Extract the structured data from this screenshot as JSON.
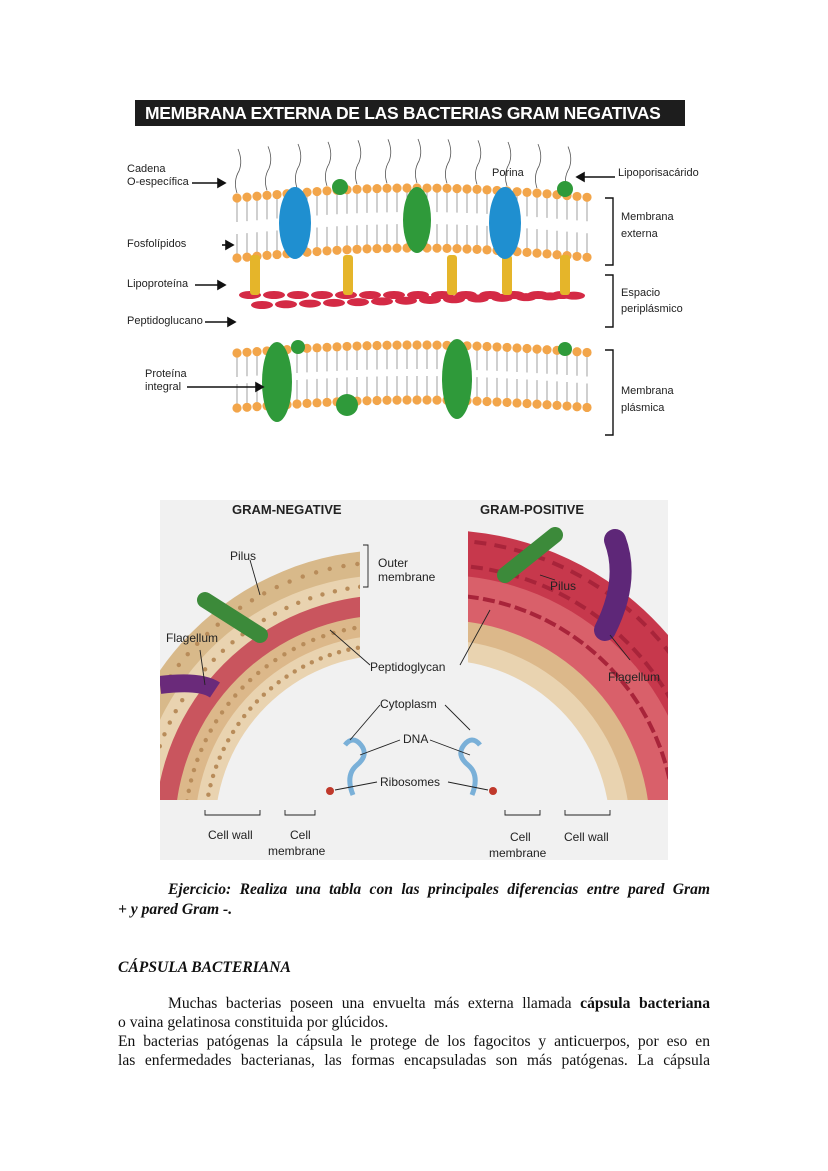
{
  "figure1": {
    "title": "MEMBRANA EXTERNA DE LAS BACTERIAS GRAM NEGATIVAS",
    "labels": {
      "cadena1": "Cadena",
      "cadena2": "O-específica",
      "fosfolipidos": "Fosfolípidos",
      "lipoproteina": "Lipoproteína",
      "peptidoglucano": "Peptidoglucano",
      "proteina1": "Proteína",
      "proteina2": "integral",
      "porina": "Porina",
      "lipopolisacarido": "Lipoporisacárido",
      "membrana_externa1": "Membrana",
      "membrana_externa2": "externa",
      "espacio1": "Espacio",
      "espacio2": "periplásmico",
      "membrana_plasmica1": "Membrana",
      "membrana_plasmica2": "plásmica"
    },
    "colors": {
      "lipid_head": "#f2a54a",
      "porin": "#1f8fd0",
      "protein": "#2f9a3a",
      "lipoprotein": "#e5b52a",
      "peptidoglycan": "#d42a45"
    }
  },
  "figure2": {
    "gram_negative": "GRAM-NEGATIVE",
    "gram_positive": "GRAM-POSITIVE",
    "pilus_left": "Pilus",
    "pilus_right": "Pilus",
    "flagellum_left": "Flagellum",
    "flagellum_right": "Flagellum",
    "outer1": "Outer",
    "outer2": "membrane",
    "peptidoglycan": "Peptidoglycan",
    "cytoplasm": "Cytoplasm",
    "dna": "DNA",
    "ribosomes": "Ribosomes",
    "cell_wall_left": "Cell wall",
    "cell_membrane_left1": "Cell",
    "cell_membrane_left2": "membrane",
    "cell_membrane_right1": "Cell",
    "cell_membrane_right2": "membrane",
    "cell_wall_right": "Cell wall"
  },
  "text": {
    "exercise_line1": "Ejercicio: Realiza una tabla con las principales diferencias entre pared Gram",
    "exercise_line2": "+ y pared Gram -.",
    "heading": "CÁPSULA BACTERIANA",
    "p1_a": "Muchas bacterias poseen una envuelta más externa llamada",
    "p1_b": "cápsula bacteriana",
    "p1_c": "o vaina gelatinosa  constituida por glúcidos.",
    "p2_line1": "En bacterias patógenas la cápsula le protege de los fagocitos y anticuerpos, por eso en",
    "p2_line2": "las enfermedades bacterianas, las formas encapsuladas son más patógenas. La cápsula"
  }
}
